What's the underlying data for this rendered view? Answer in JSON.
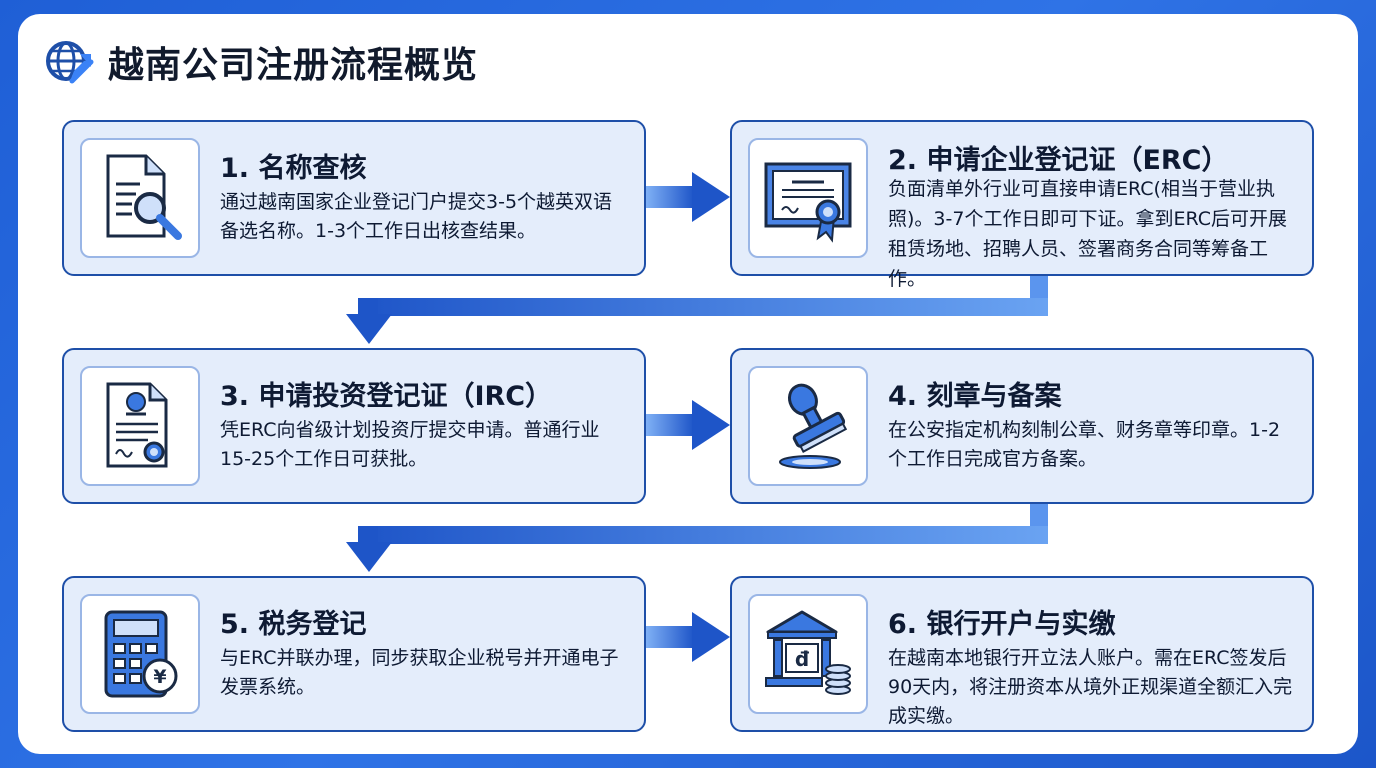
{
  "page": {
    "title": "越南公司注册流程概览"
  },
  "steps": [
    {
      "title": "1. 名称查核",
      "desc": "通过越南国家企业登记门户提交3-5个越英双语备选名称。1-3个工作日出核查结果。",
      "icon": "document-search-icon"
    },
    {
      "title": "2. 申请企业登记证（ERC）",
      "desc": "负面清单外行业可直接申请ERC(相当于营业执照)。3-7个工作日即可下证。拿到ERC后可开展租赁场地、招聘人员、签署商务合同等筹备工作。",
      "icon": "certificate-icon"
    },
    {
      "title": "3. 申请投资登记证（IRC）",
      "desc": "凭ERC向省级计划投资厅提交申请。普通行业15-25个工作日可获批。",
      "icon": "license-document-icon"
    },
    {
      "title": "4. 刻章与备案",
      "desc": "在公安指定机构刻制公章、财务章等印章。1-2个工作日完成官方备案。",
      "icon": "stamp-icon"
    },
    {
      "title": "5. 税务登记",
      "desc": "与ERC并联办理，同步获取企业税号并开通电子发票系统。",
      "icon": "calculator-icon"
    },
    {
      "title": "6. 银行开户与实缴",
      "desc": "在越南本地银行开立法人账户。需在ERC签发后90天内，将注册资本从境外正规渠道全额汇入完成实缴。",
      "icon": "bank-icon"
    }
  ],
  "icon_labels": {
    "yuan": "¥",
    "dong": "đ"
  },
  "colors": {
    "accent": "#1e4fa8",
    "card_bg": "#e4edfb",
    "arrow": "#2b6be0"
  }
}
